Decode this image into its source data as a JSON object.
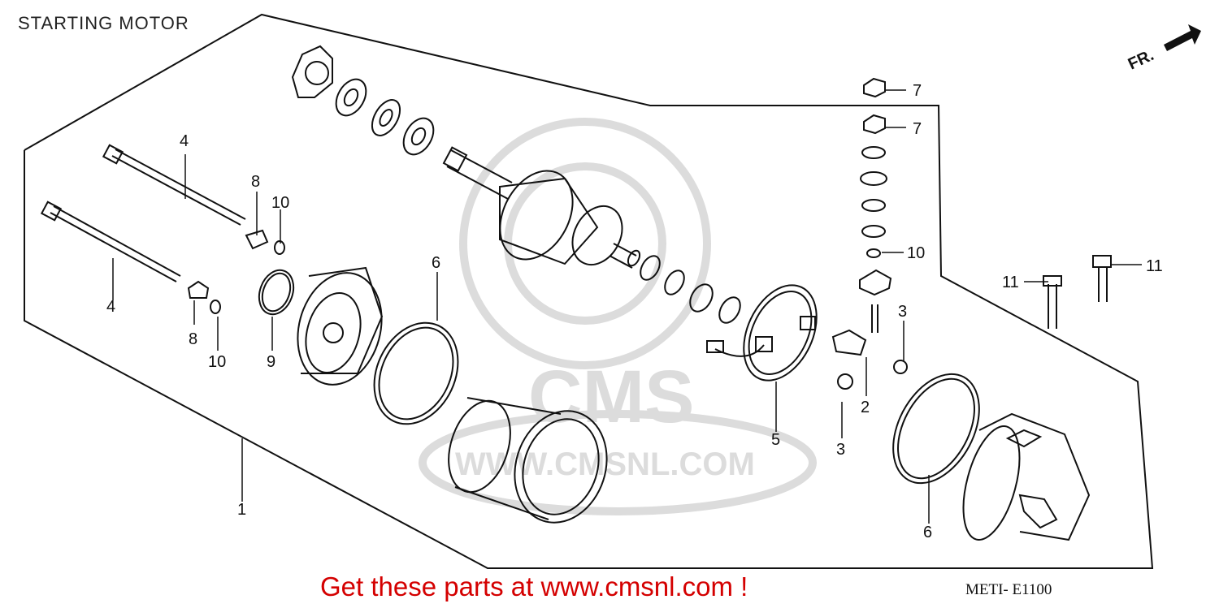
{
  "title": "STARTING MOTOR",
  "cta": "Get these parts at www.cmsnl.com !",
  "diagram_code": "METI- E1100",
  "direction_marker": "FR.",
  "watermark": {
    "brand": "CMS",
    "url": "WWW.CMSNL.COM"
  },
  "part_labels": [
    "1",
    "2",
    "3",
    "3",
    "4",
    "4",
    "5",
    "6",
    "6",
    "7",
    "7",
    "8",
    "8",
    "9",
    "10",
    "10",
    "10",
    "11",
    "11"
  ],
  "colors": {
    "cta": "#d40000",
    "line": "#111111",
    "watermark": "#d9d9d9"
  }
}
